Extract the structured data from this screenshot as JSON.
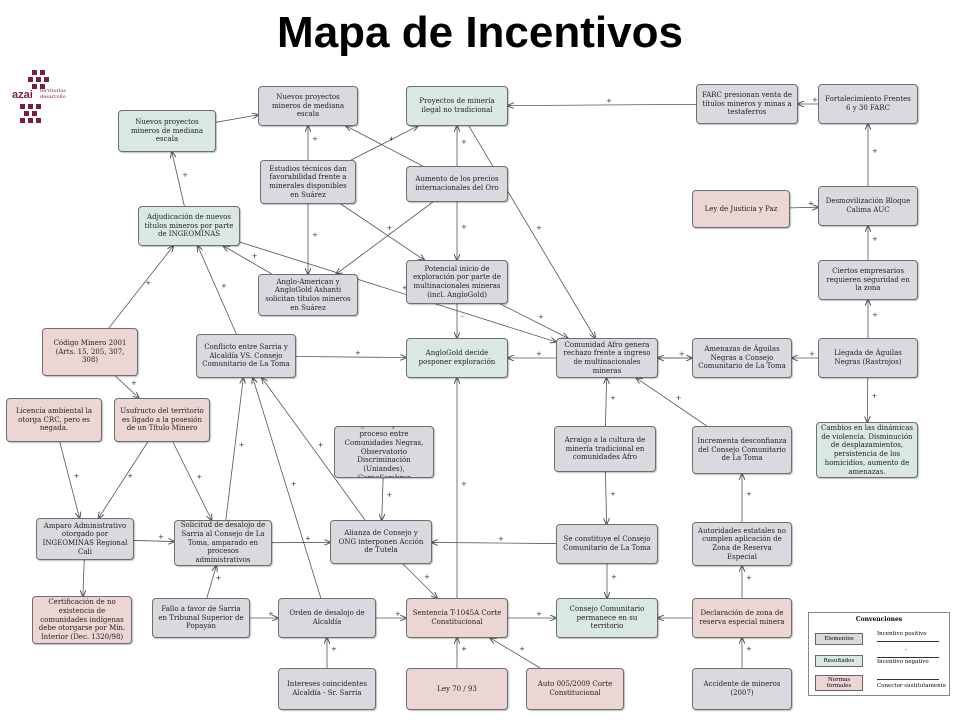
{
  "title": "Mapa de Incentivos",
  "logo": {
    "name": "azai",
    "tagline": "Territorios\ndesarrollo"
  },
  "nodes": [
    {
      "id": "n1",
      "type": "elemento",
      "text": "Nuevos proyectos mineros de mediana escala"
    },
    {
      "id": "n2",
      "type": "resultado",
      "text": "Proyectos de minería ilegal no tradicional"
    },
    {
      "id": "n3",
      "type": "resultado",
      "text": "Nuevos proyectos mineros de mediana escala"
    },
    {
      "id": "n4",
      "type": "elemento",
      "text": "Estudios técnicos dan favorabilidad frente a minerales disponibles en Suárez"
    },
    {
      "id": "n5",
      "type": "elemento",
      "text": "Aumento de los precios internacionales del Oro"
    },
    {
      "id": "n6",
      "type": "resultado",
      "text": "Adjudicación de nuevos títulos mineros por parte de INGEOMINAS"
    },
    {
      "id": "n7",
      "type": "elemento",
      "text": "Anglo-American y AngloGold Ashanti solicitan títulos mineros en Suárez"
    },
    {
      "id": "n8",
      "type": "elemento",
      "text": "Potencial inicio de exploración por parte de multinacionales mineras (incl. AngloGold)"
    },
    {
      "id": "n9",
      "type": "elemento",
      "text": "FARC presionan venta de títulos mineros y minas a testaferros"
    },
    {
      "id": "n10",
      "type": "elemento",
      "text": "Fortalecimiento Frentes 6 y 30 FARC"
    },
    {
      "id": "n11",
      "type": "norma",
      "text": "Ley de Justicia y Paz"
    },
    {
      "id": "n12",
      "type": "elemento",
      "text": "Desmovilización Bloque Calima AUC"
    },
    {
      "id": "n13",
      "type": "elemento",
      "text": "Ciertos empresarios requieren seguridad en la zona"
    },
    {
      "id": "n14",
      "type": "norma",
      "text": "Código Minero 2001 (Arts. 15, 205, 307, 308)"
    },
    {
      "id": "n15",
      "type": "elemento",
      "text": "Conflicto entre Sarria y Alcaldía VS. Consejo Comunitario de La Toma"
    },
    {
      "id": "n16",
      "type": "resultado",
      "text": "AngloGold decide posponer exploración"
    },
    {
      "id": "n17",
      "type": "elemento",
      "text": "Comunidad Afro genera rechazo frente a ingreso de multinacionales mineras"
    },
    {
      "id": "n18",
      "type": "elemento",
      "text": "Amenazas de Águilas Negras a Consejo Comunitario de La Toma"
    },
    {
      "id": "n19",
      "type": "elemento",
      "text": "Llegada de Águilas Negras (Rastrojos)"
    },
    {
      "id": "n20",
      "type": "norma",
      "text": "Licencia ambiental la otorga CRC, pero es negada."
    },
    {
      "id": "n21",
      "type": "norma",
      "text": "Usufructo del territorio es ligado a la posesión de un Título Minero"
    },
    {
      "id": "n22",
      "type": "elemento",
      "text": "Sinergia de objetivos de proceso entre Comunidades Negras, Observatorio Discriminación (Uniandes), CorpoSembrar"
    },
    {
      "id": "n23",
      "type": "elemento",
      "text": "Arraigo a la cultura de minería tradicional en comunidades Afro"
    },
    {
      "id": "n24",
      "type": "elemento",
      "text": "Incrementa desconfianza del Consejo Comunitario de La Toma"
    },
    {
      "id": "n25",
      "type": "resultado",
      "text": "Cambios en las dinámicas de violencia. Disminución de desplazamientos, persistencia de los homicidios, aumento de amenazas."
    },
    {
      "id": "n26",
      "type": "elemento",
      "text": "Amparo Administrativo otorgado por INGEOMINAS Regional Cali"
    },
    {
      "id": "n27",
      "type": "elemento",
      "text": "Solicitud de desalojo de Sarria al Consejo de La Toma, amparado en procesos administrativos"
    },
    {
      "id": "n28",
      "type": "elemento",
      "text": "Alianza de Consejo y ONG interponen Acción de Tutela"
    },
    {
      "id": "n29",
      "type": "elemento",
      "text": "Se constituye el Consejo Comunitario de La Toma"
    },
    {
      "id": "n30",
      "type": "elemento",
      "text": "Autoridades estatales no cumplen aplicación de Zona de Reserva Especial"
    },
    {
      "id": "n31",
      "type": "norma",
      "text": "Certificación de no existencia de comunidades indígenas debe otorgarse por Min. Interior (Dec. 1320/98)"
    },
    {
      "id": "n32",
      "type": "elemento",
      "text": "Fallo a favor de Sarria en Tribunal Superior de Popayán"
    },
    {
      "id": "n33",
      "type": "elemento",
      "text": "Orden de desalojo de Alcaldía"
    },
    {
      "id": "n34",
      "type": "norma",
      "text": "Sentencia T-1045A Corte Constitucional"
    },
    {
      "id": "n35",
      "type": "resultado",
      "text": "Consejo Comunitario permanece en su territorio"
    },
    {
      "id": "n36",
      "type": "norma",
      "text": "Declaración de zona de reserva especial minera"
    },
    {
      "id": "n37",
      "type": "elemento",
      "text": "Intereses coincidentes Alcaldía - Sr. Sarria"
    },
    {
      "id": "n38",
      "type": "norma",
      "text": "Ley 70 / 93"
    },
    {
      "id": "n39",
      "type": "norma",
      "text": "Auto 005/2009 Corte Constitucional"
    },
    {
      "id": "n40",
      "type": "elemento",
      "text": "Accidente de mineros (2007)"
    }
  ],
  "edge_sign": "+",
  "legend": {
    "title": "Convenciones",
    "items": [
      {
        "type": "elemento",
        "label": "Elementos"
      },
      {
        "type": "resultado",
        "label": "Resultados"
      },
      {
        "type": "norma",
        "label": "Normas formales"
      }
    ],
    "arrows": [
      "Incentivo positivo",
      "Incentivo negativo",
      "Conector sustitutamente"
    ],
    "arrow_signs": [
      "+",
      "-",
      ""
    ]
  },
  "colors": {
    "elemento": "#dcd8df",
    "resultado": "#d9e8e0",
    "norma": "#ecd6d3",
    "border": "#6f6f6f",
    "edge": "#555555"
  }
}
